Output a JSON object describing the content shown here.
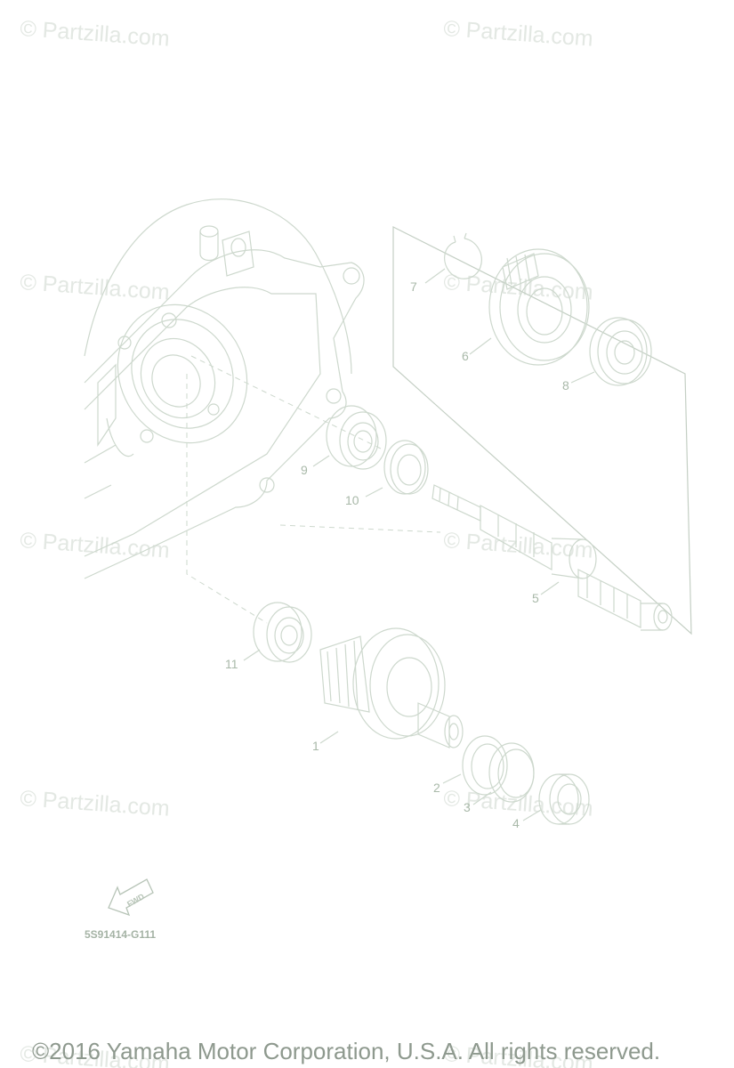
{
  "watermark": "© Partzilla.com",
  "part_numbers": [
    "1",
    "2",
    "3",
    "4",
    "5",
    "6",
    "7",
    "8",
    "9",
    "10",
    "11"
  ],
  "fwd_label": "FWD",
  "diagram_code": "5S91414-G111",
  "copyright": "©2016 Yamaha Motor Corporation, U.S.A. All rights reserved."
}
